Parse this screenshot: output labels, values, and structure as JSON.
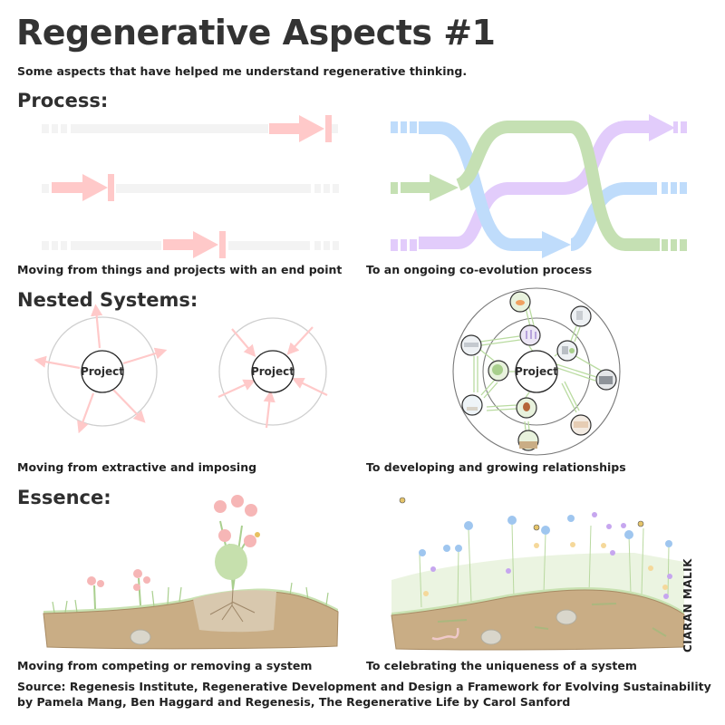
{
  "header": {
    "title": "Regenerative Aspects #1",
    "subtitle": "Some aspects that have helped me understand regenerative thinking."
  },
  "colors": {
    "pink_arrow": "#ffc9c9",
    "grey_track": "#f2f2f2",
    "blue_stream": "#bfdcfb",
    "green_stream": "#c5e0b3",
    "purple_stream": "#e2ccfb",
    "soil": "#c9ad85",
    "grass": "#b7d79a",
    "text": "#2e2e2e"
  },
  "sections": [
    {
      "heading": "Process:",
      "left": {
        "caption": "Moving from things and projects with an end point",
        "illustration": "linear tracks with pink arrows ending at stop bars",
        "rows": 3
      },
      "right": {
        "caption": "To an ongoing co-evolution process",
        "illustration": "three interweaving streams (blue, green, purple) with arrows",
        "streams": [
          "blue",
          "green",
          "purple"
        ]
      }
    },
    {
      "heading": "Nested Systems:",
      "left": {
        "caption": "Moving from extractive and imposing",
        "diagrams": [
          {
            "center_label": "Project",
            "arrows": "outward",
            "arrow_count": 5
          },
          {
            "center_label": "Project",
            "arrows": "inward",
            "arrow_count": 5
          }
        ]
      },
      "right": {
        "caption": "To developing and growing relationships",
        "center_label": "Project",
        "nodes": [
          "fox",
          "city buildings",
          "lavender",
          "bus",
          "trees",
          "office building",
          "factory",
          "fountain",
          "robin",
          "historic building",
          "grassland"
        ]
      }
    },
    {
      "heading": "Essence:",
      "left": {
        "caption": "Moving from competing or removing a system",
        "illustration": "single rose bush dominating a cleared mound of soil"
      },
      "right": {
        "caption": "To celebrating the uniqueness of a system",
        "illustration": "diverse wildflower meadow with bees over living soil"
      }
    }
  ],
  "credit": "CIARAN MALIK",
  "source": "Source: Regenesis Institute, Regenerative Development and Design a Framework for Evolving Sustainability by Pamela Mang, Ben Haggard and Regenesis, The Regenerative Life by Carol Sanford"
}
